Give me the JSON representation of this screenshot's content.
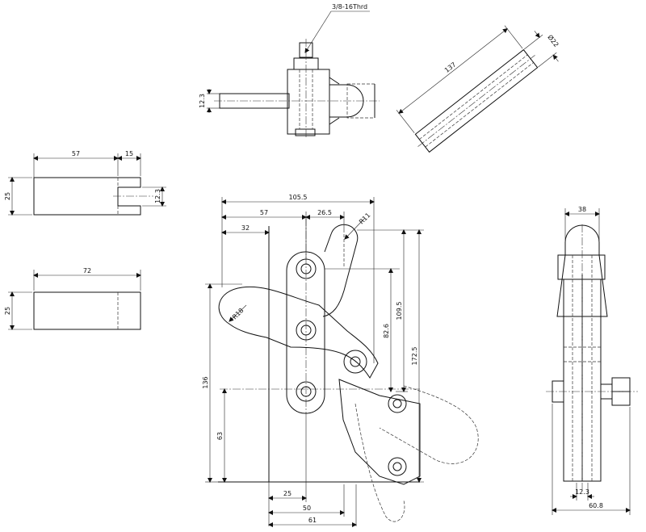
{
  "thread": "3/8-16Thrd",
  "handle": {
    "len": "137",
    "dia": "Ø22"
  },
  "top_view": {
    "h": "12.3"
  },
  "block1": {
    "w1": "57",
    "w2": "15",
    "h": "25",
    "slot": "12.3"
  },
  "block2": {
    "w": "72",
    "h": "25"
  },
  "front": {
    "w_total": "105.5",
    "w57": "57",
    "w265": "26.5",
    "w32": "32",
    "r11": "R11",
    "r18": "R18",
    "h1095": "109.5",
    "h826": "82.6",
    "h1725": "172.5",
    "h136": "136",
    "h63": "63",
    "b25": "25",
    "b50": "50",
    "b61": "61"
  },
  "side": {
    "w38": "38",
    "b123": "12.3",
    "b608": "60.8"
  }
}
